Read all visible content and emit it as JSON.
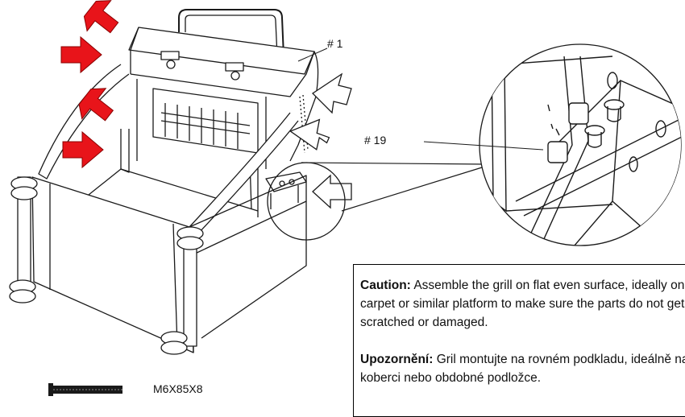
{
  "labels": {
    "part_1": "# 1",
    "part_19": "# 19",
    "screw": "M6X85X8"
  },
  "caution": {
    "heading_en": "Caution:",
    "text_en": "Assemble the grill on flat even surface, ideally on a carpet or similar platform to make sure the parts do not get scratched or damaged.",
    "heading_cz": "Upozornění:",
    "text_cz": "Gril montujte na rovném podkladu, ideálně na koberci nebo obdobné podložce."
  },
  "colors": {
    "arrow_fill": "#e8141a",
    "line": "#1a1a1a",
    "hollow_arrow": "#ffffff"
  }
}
